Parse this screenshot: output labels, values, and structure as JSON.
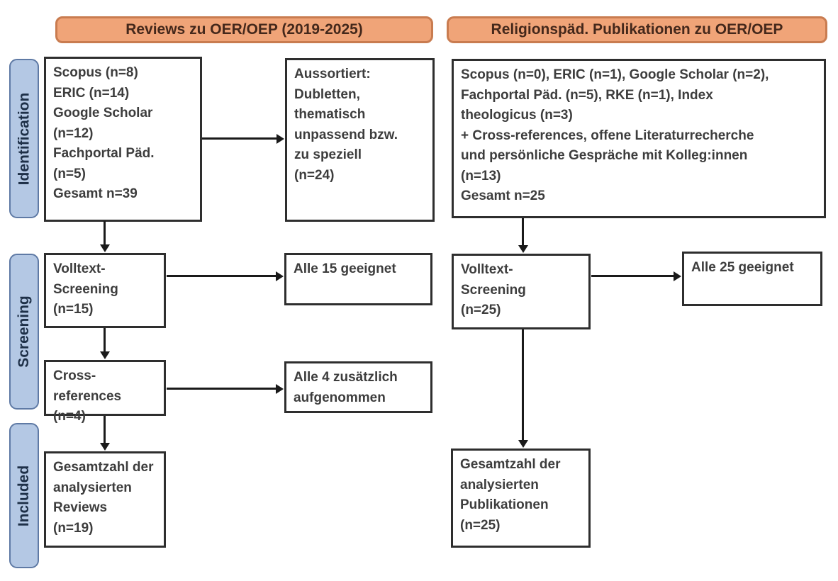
{
  "headers": {
    "left": "Reviews zu OER/OEP (2019-2025)",
    "right": "Religionspäd. Publikationen zu OER/OEP"
  },
  "stages": [
    {
      "label": "Identification"
    },
    {
      "label": "Screening"
    },
    {
      "label": "Included"
    }
  ],
  "left_flow": {
    "identification_sources": "Scopus (n=8)\nERIC (n=14)\nGoogle Scholar\n(n=12)\nFachportal Päd.\n(n=5)\nGesamt n=39",
    "excluded": "Aussortiert:\nDubletten,\nthematisch\nunpassend bzw.\nzu speziell\n(n=24)",
    "fulltext_screening": "Volltext-\nScreening\n(n=15)",
    "fulltext_result": "Alle 15 geeignet",
    "cross_references": "Cross-references\n(n=4)",
    "cross_references_result": "Alle 4 zusätzlich\naufgenommen",
    "included_total": "Gesamtzahl der\nanalysierten\nReviews\n(n=19)"
  },
  "right_flow": {
    "identification_sources": "Scopus (n=0), ERIC (n=1), Google Scholar (n=2),\nFachportal Päd. (n=5), RKE (n=1), Index\ntheologicus (n=3)\n+ Cross-references, offene Literaturrecherche\nund persönliche Gespräche mit Kolleg:innen\n(n=13)\nGesamt n=25",
    "fulltext_screening": "Volltext-\nScreening\n(n=25)",
    "fulltext_result": "Alle 25 geeignet",
    "included_total": "Gesamtzahl der\nanalysierten\nPublikationen\n(n=25)"
  },
  "colors": {
    "header_fill": "#F0A478",
    "header_border": "#C97C50",
    "header_text": "#44281B",
    "stage_fill": "#B4C8E4",
    "stage_border": "#5F7AA5",
    "stage_text": "#1E3048",
    "box_border": "#2E2E2E",
    "box_text": "#3D3D3D",
    "arrow": "#1A1A1A",
    "background": "#FFFFFF"
  }
}
